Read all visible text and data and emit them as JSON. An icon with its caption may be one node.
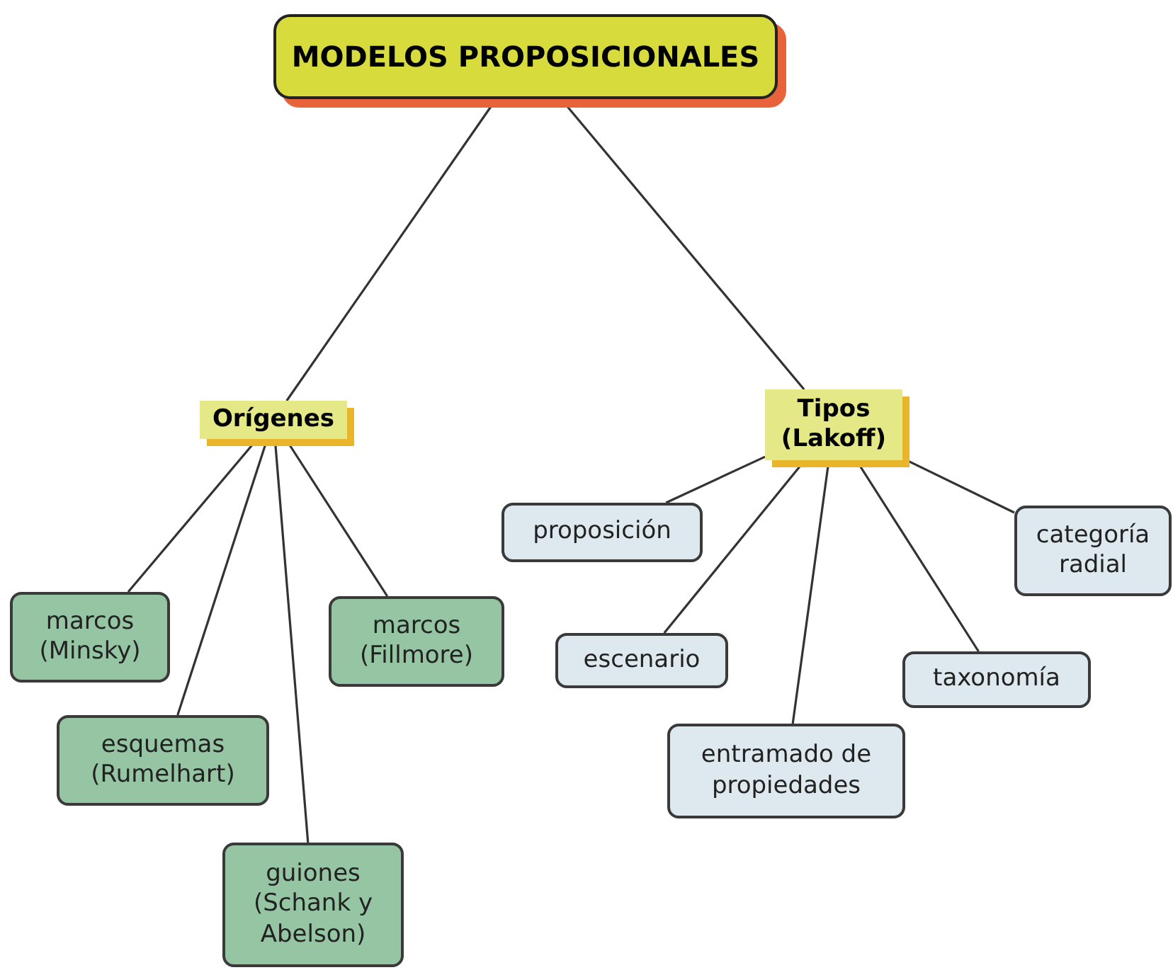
{
  "diagram": {
    "nodes": [
      {
        "text": [
          "MODELOS PROPOSICIONALES"
        ]
      },
      {
        "text": [
          "Orígenes"
        ]
      },
      {
        "text": [
          "marcos (Minsky)"
        ]
      },
      {
        "text": [
          "esquemas (Rumelhart)"
        ]
      },
      {
        "text": [
          "guiones (Schank y Abelson)"
        ]
      },
      {
        "text": [
          "marcos (Fillmore)"
        ]
      },
      {
        "text": [
          "Tipos (Lakoff)"
        ]
      },
      {
        "text": [
          "proposición"
        ]
      },
      {
        "text": [
          "escenario"
        ]
      },
      {
        "text": [
          "entramado de propiedades"
        ]
      },
      {
        "text": [
          "taxonomía"
        ]
      },
      {
        "text": [
          "categoría radial"
        ]
      }
    ],
    "edges": [
      {
        "from": 0,
        "to": 1,
        "arrow": "none"
      },
      {
        "from": 0,
        "to": 6,
        "arrow": "none"
      },
      {
        "from": 1,
        "to": 2,
        "arrow": "none"
      },
      {
        "from": 1,
        "to": 3,
        "arrow": "none"
      },
      {
        "from": 1,
        "to": 4,
        "arrow": "none"
      },
      {
        "from": 1,
        "to": 5,
        "arrow": "none"
      },
      {
        "from": 6,
        "to": 7,
        "arrow": "none"
      },
      {
        "from": 6,
        "to": 8,
        "arrow": "none"
      },
      {
        "from": 6,
        "to": 9,
        "arrow": "none"
      },
      {
        "from": 6,
        "to": 10,
        "arrow": "none"
      },
      {
        "from": 6,
        "to": 11,
        "arrow": "none"
      }
    ]
  }
}
